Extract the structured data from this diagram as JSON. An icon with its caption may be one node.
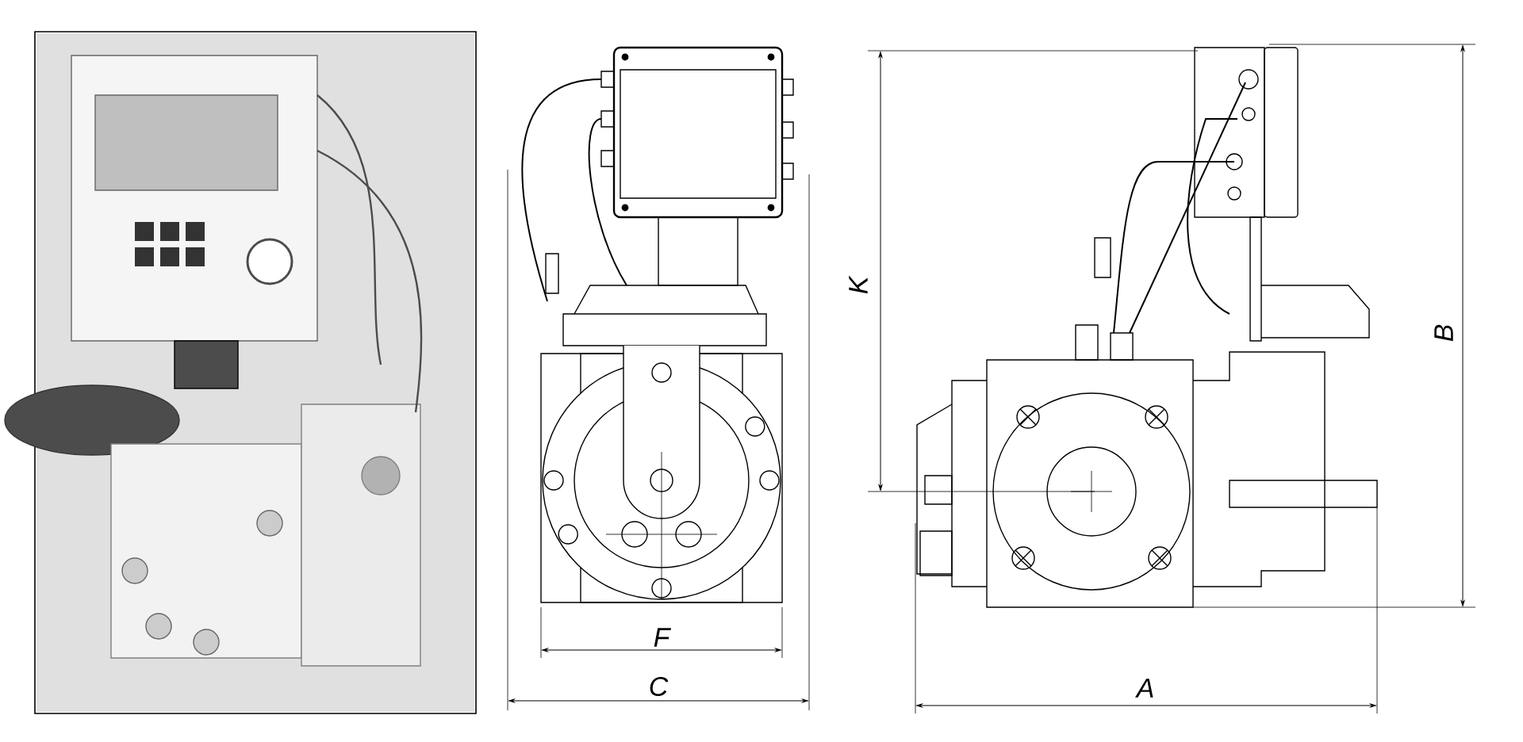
{
  "diagram": {
    "labels": [
      "K",
      "B",
      "F",
      "C",
      "A"
    ]
  }
}
